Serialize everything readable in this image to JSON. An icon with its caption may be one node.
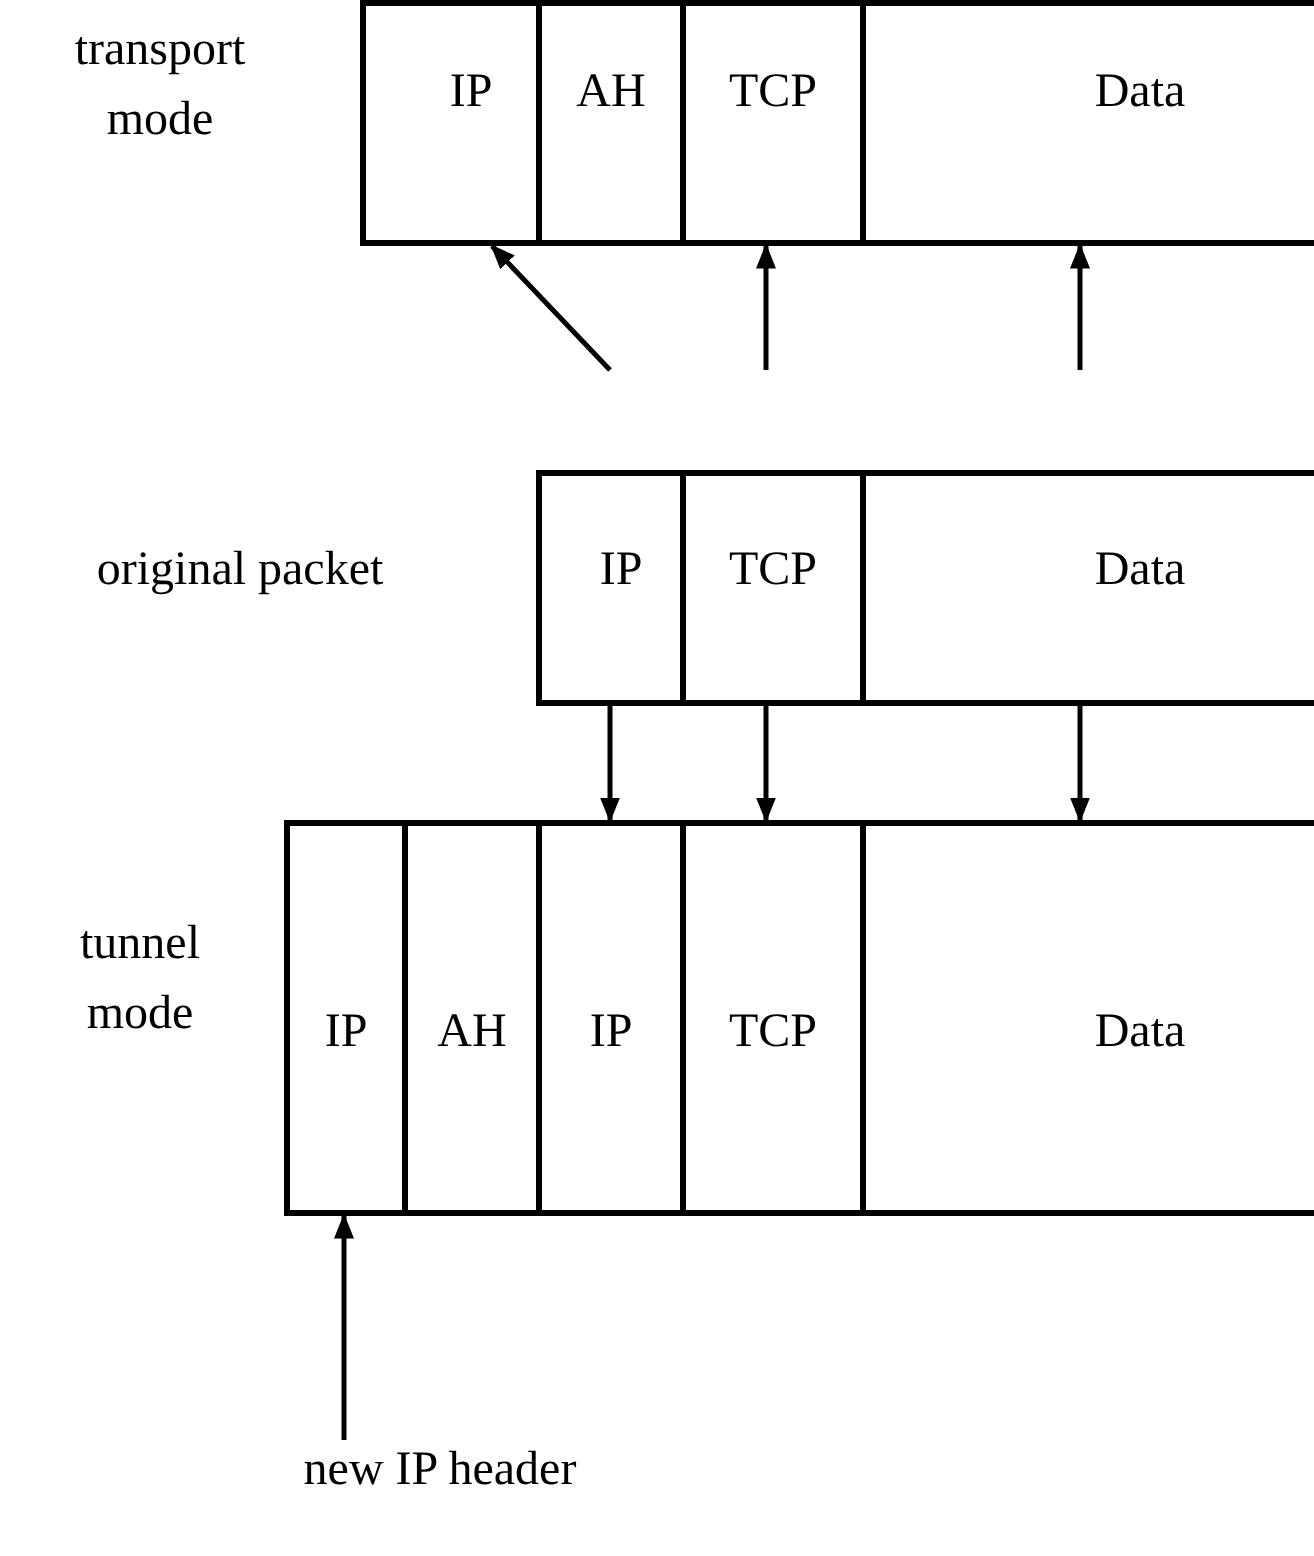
{
  "diagram": {
    "nodes": [
      {
        "text": [
          "transport mode"
        ]
      },
      {
        "text": [
          "IP"
        ],
        "in": 0
      },
      {
        "text": [
          "AH"
        ],
        "in": 0
      },
      {
        "text": [
          "TCP"
        ],
        "in": 0
      },
      {
        "text": [
          "Data"
        ],
        "in": 0
      },
      {
        "text": [
          "original packet"
        ]
      },
      {
        "text": [
          "IP"
        ],
        "in": 5
      },
      {
        "text": [
          "TCP"
        ],
        "in": 5
      },
      {
        "text": [
          "Data"
        ],
        "in": 5
      },
      {
        "text": [
          "tunnel mode"
        ]
      },
      {
        "text": [
          "IP"
        ],
        "in": 9
      },
      {
        "text": [
          "AH"
        ],
        "in": 9
      },
      {
        "text": [
          "IP"
        ],
        "in": 9
      },
      {
        "text": [
          "TCP"
        ],
        "in": 9
      },
      {
        "text": [
          "Data"
        ],
        "in": 9
      },
      {
        "text": [
          "new IP header"
        ]
      }
    ],
    "edges": [
      {
        "from": null,
        "to": 1,
        "arrow": "to"
      },
      {
        "from": null,
        "to": 3,
        "arrow": "to"
      },
      {
        "from": null,
        "to": 4,
        "arrow": "to"
      },
      {
        "from": 6,
        "to": 12,
        "arrow": "to"
      },
      {
        "from": 7,
        "to": 13,
        "arrow": "to"
      },
      {
        "from": 8,
        "to": 14,
        "arrow": "to"
      },
      {
        "from": 15,
        "to": 10,
        "arrow": "to"
      }
    ]
  }
}
